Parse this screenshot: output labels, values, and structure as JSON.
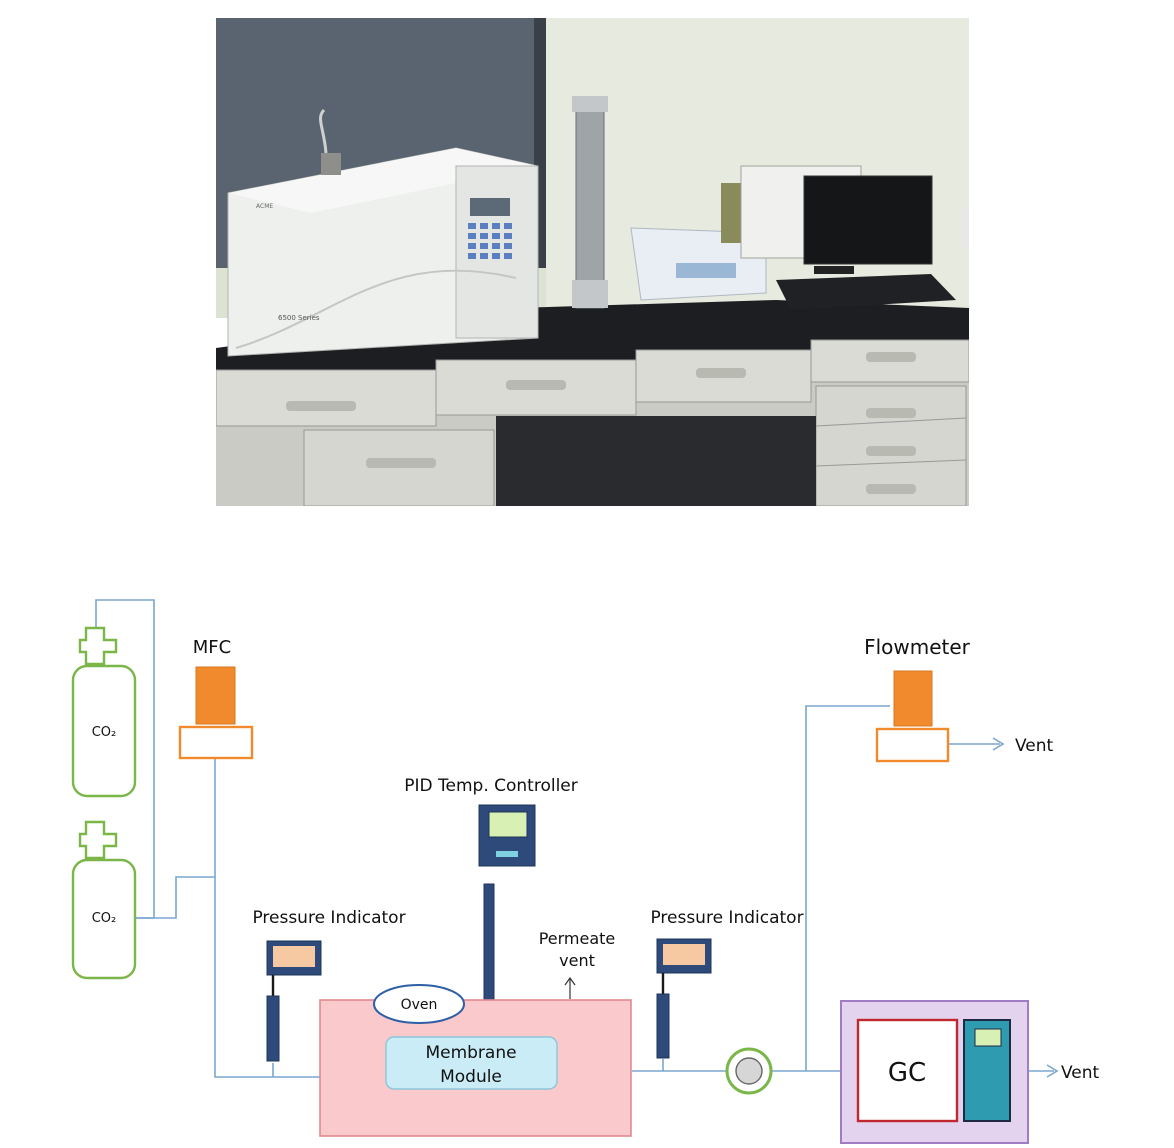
{
  "photo": {
    "instrument_brand": "ACME",
    "instrument_model": "6500 Series"
  },
  "diagram": {
    "cylinder_top_label": "CO₂",
    "cylinder_bottom_label": "CO₂",
    "mfc_label": "MFC",
    "flowmeter_label": "Flowmeter",
    "vent_top_label": "Vent",
    "pid_label": "PID Temp. Controller",
    "pressure_left_label": "Pressure Indicator",
    "pressure_right_label": "Pressure Indicator",
    "permeate_line1": "Permeate",
    "permeate_line2": "vent",
    "oven_label": "Oven",
    "membrane_line1": "Membrane",
    "membrane_line2": "Module",
    "gc_label": "GC",
    "vent_gc_label": "Vent"
  },
  "colors": {
    "line": "#7aa6cf",
    "cylinder": "#7ab648",
    "orange": "#f08a2c",
    "navy": "#2e4a7a",
    "membrane_fill": "#f9c9cc",
    "gc_frame_fill": "#e3d3ee",
    "gc_frame_border": "#a07cc5",
    "gc_inner_border": "#c0282d",
    "teal": "#2e9bb0"
  }
}
